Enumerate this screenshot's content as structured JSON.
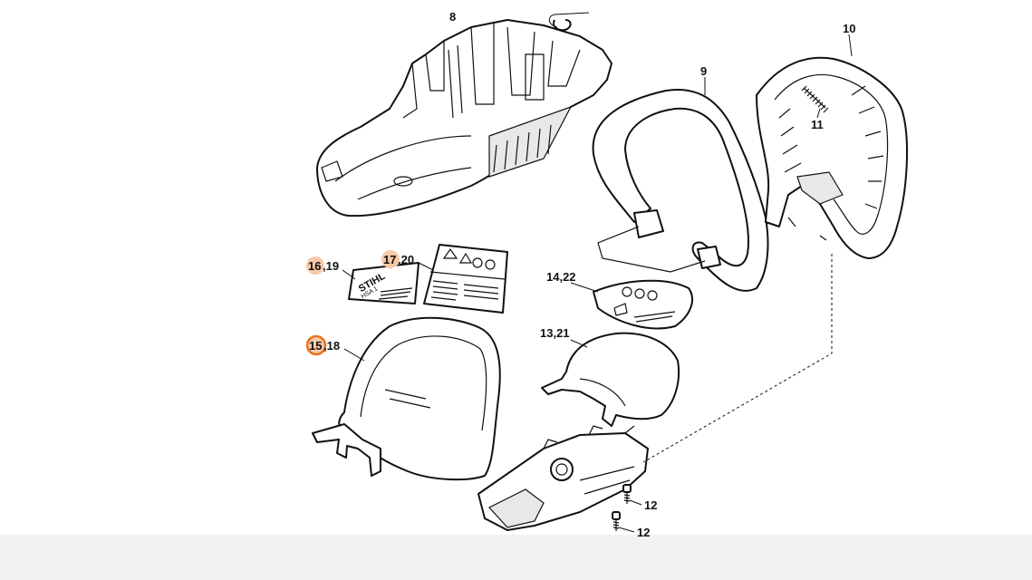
{
  "labels": {
    "l8": "8",
    "l10": "10",
    "l9": "9",
    "l11": "11",
    "l16a": "16",
    "l16b": ",19",
    "l17a": "17",
    "l17b": ",20",
    "l14": "14,22",
    "l15a": "15",
    "l15b": ",18",
    "l13": "13,21",
    "l12a": "12",
    "l12b": "12"
  },
  "decal_text": {
    "brand": "STIHL",
    "model": "HSA 1"
  },
  "colors": {
    "highlight_fill": "#f7c9a8",
    "highlight_ring": "#e8731f",
    "line": "#111111",
    "background": "#ffffff"
  }
}
